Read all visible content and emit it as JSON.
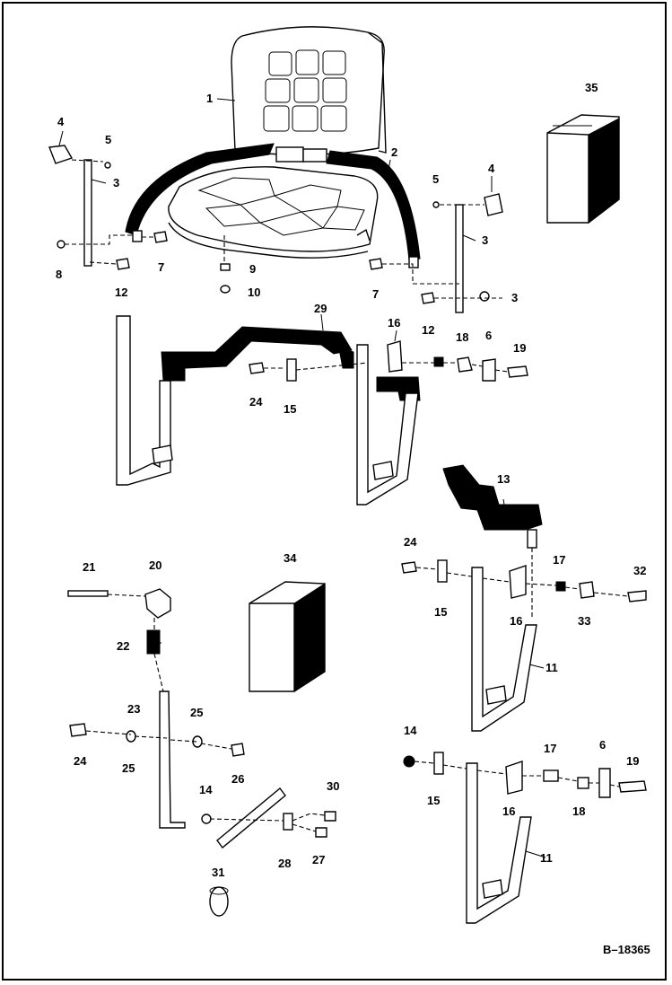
{
  "figure_id": "B–18365",
  "callouts": {
    "c1": "1",
    "c2": "2",
    "c3a": "3",
    "c3b": "3",
    "c3c": "3",
    "c4a": "4",
    "c4b": "4",
    "c5a": "5",
    "c5b": "5",
    "c6a": "6",
    "c6b": "6",
    "c7a": "7",
    "c7b": "7",
    "c8": "8",
    "c9": "9",
    "c10": "10",
    "c11a": "11",
    "c11b": "11",
    "c12a": "12",
    "c12b": "12",
    "c13": "13",
    "c14a": "14",
    "c14b": "14",
    "c15a": "15",
    "c15b": "15",
    "c15c": "15",
    "c16a": "16",
    "c16b": "16",
    "c16c": "16",
    "c17a": "17",
    "c17b": "17",
    "c18a": "18",
    "c18b": "18",
    "c19a": "19",
    "c19b": "19",
    "c20": "20",
    "c21": "21",
    "c22": "22",
    "c23": "23",
    "c24a": "24",
    "c24b": "24",
    "c24c": "24",
    "c25a": "25",
    "c25b": "25",
    "c26": "26",
    "c27": "27",
    "c28": "28",
    "c29": "29",
    "c30": "30",
    "c31": "31",
    "c32": "32",
    "c33": "33",
    "c34": "34",
    "c35": "35"
  }
}
